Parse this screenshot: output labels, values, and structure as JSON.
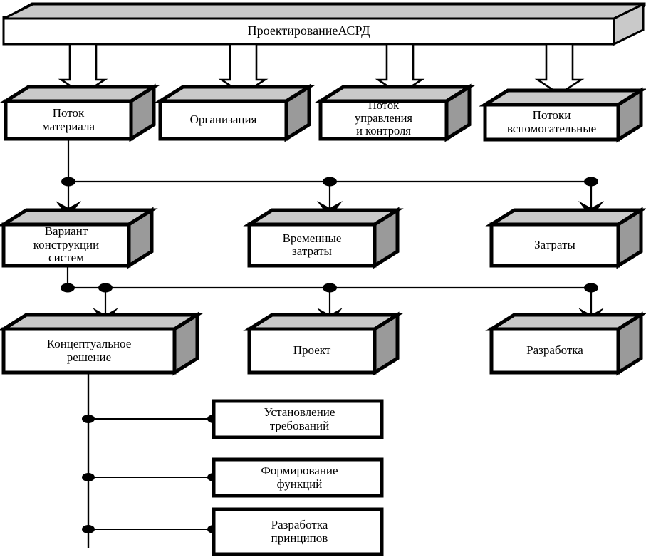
{
  "diagram": {
    "title_banner": {
      "label": "ПроектированиеАСРД",
      "shape": "3d-slab-banner"
    },
    "level2": {
      "nodes": [
        {
          "id": "potok-materiala",
          "label": "Поток\nматериала",
          "shape": "3d-box"
        },
        {
          "id": "organizaciya",
          "label": "Организация",
          "shape": "3d-box"
        },
        {
          "id": "potok-upravleniya",
          "label": "Поток\nуправления\nи контроля",
          "shape": "3d-box"
        },
        {
          "id": "potoki-vspomogatelnye",
          "label": "Потоки\nвспомогательные",
          "shape": "3d-box"
        }
      ]
    },
    "level3": {
      "nodes": [
        {
          "id": "variant-konstrukcii",
          "label": "Вариант\nконструкции\nсистем",
          "shape": "3d-box"
        },
        {
          "id": "vremennye-zatraty",
          "label": "Временные\nзатраты",
          "shape": "3d-box"
        },
        {
          "id": "zatraty",
          "label": "Затраты",
          "shape": "3d-box"
        }
      ]
    },
    "level4": {
      "nodes": [
        {
          "id": "konceptualnoe-reshenie",
          "label": "Концептуальное\nрешение",
          "shape": "3d-box"
        },
        {
          "id": "proekt",
          "label": "Проект",
          "shape": "3d-box"
        },
        {
          "id": "razrabotka",
          "label": "Разработка",
          "shape": "3d-box"
        }
      ]
    },
    "level5": {
      "nodes": [
        {
          "id": "ustanovlenie-trebovanij",
          "label": "Установление\nтребований",
          "shape": "flat-rect"
        },
        {
          "id": "formirovanie-funkcij",
          "label": "Формирование\nфункций",
          "shape": "flat-rect"
        },
        {
          "id": "razrabotka-principov",
          "label": "Разработка\nпринципов",
          "shape": "flat-rect"
        }
      ]
    },
    "colors": {
      "stroke": "#000000",
      "face": "#ffffff",
      "top_shade": "#c9c9c9",
      "side_shade": "#9a9a9a",
      "background": "#ffffff"
    },
    "connectors": {
      "block_arrow_count": 4,
      "bus_line_count": 2,
      "junction_dot_count": 10
    }
  }
}
